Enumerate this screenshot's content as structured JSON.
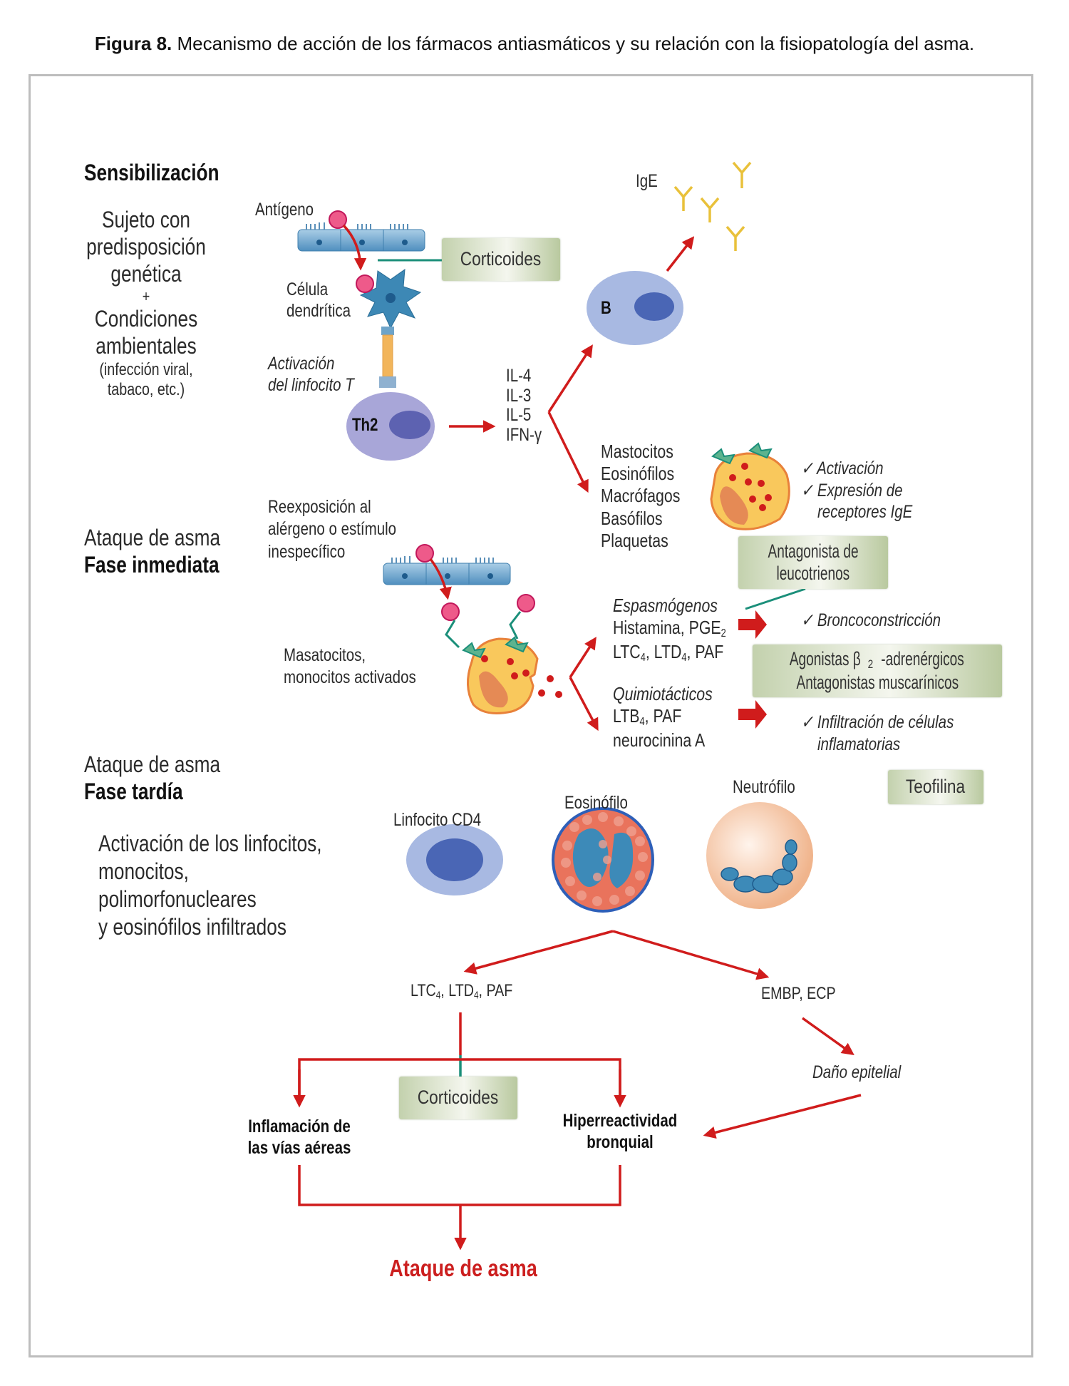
{
  "caption": {
    "label": "Figura 8.",
    "text": " Mecanismo de acción de los fármacos antiasmáticos y su relación con la fisiopatología del asma."
  },
  "colors": {
    "arrow_red": "#d01c1c",
    "inhibit_teal": "#1b8f7a",
    "drug_box": "#c3d1ad",
    "frame_border": "#bdbdbd",
    "outcome_red": "#cc1f1f"
  },
  "sensibilizacion": {
    "heading": "Sensibilización",
    "subject_lines": [
      "Sujeto con",
      "predisposición",
      "genética",
      "+",
      "Condiciones",
      "ambientales"
    ],
    "subject_note": [
      "(infección viral,",
      "tabaco, etc.)"
    ],
    "antigen_label": "Antígeno",
    "dendritic_label": [
      "Célula",
      "dendrítica"
    ],
    "activation_label": [
      "Activación",
      "del linfocito T"
    ],
    "th2_label": "Th2",
    "b_cell_label": "B",
    "ige_label": "IgE",
    "cytokines": [
      "IL-4",
      "IL-3",
      "IL-5",
      "IFN-γ"
    ],
    "effector_cells": [
      "Mastocitos",
      "Eosinófilos",
      "Macrófagos",
      "Basófilos",
      "Plaquetas"
    ],
    "effects": [
      "Activación",
      "Expresión de",
      "receptores IgE"
    ]
  },
  "fase_inmediata": {
    "heading_line1": "Ataque de asma",
    "heading_line2": "Fase inmediata",
    "reexposure": [
      "Reexposición al",
      "alérgeno o estímulo",
      "inespecífico"
    ],
    "mast_label": [
      "Masatocitos,",
      "monocitos activados"
    ],
    "spasmogens_title": "Espasmógenos",
    "spasmogens_line1": "Histamina, PGE",
    "spasmogens_line1_sub": "2",
    "spasmogens_line2": [
      "LTC",
      "4",
      ", LTD",
      "4",
      ", PAF"
    ],
    "chemotactic_title": "Quimiotácticos",
    "chemotactic_line1": [
      "LTB",
      "4",
      ", PAF"
    ],
    "chemotactic_line2": "neurocinina A",
    "effect_bronco": "Broncoconstricción",
    "effect_infiltration": [
      "Infiltración de células",
      "inflamatorias"
    ]
  },
  "fase_tardia": {
    "heading_line1": "Ataque de asma",
    "heading_line2": "Fase tardía",
    "description": [
      "Activación de los linfocitos,",
      "monocitos,",
      "polimorfonucleares",
      "y eosinófilos infiltrados"
    ],
    "cell_cd4": "Linfocito CD4",
    "cell_eosinophil": "Eosinófilo",
    "cell_neutrophil": "Neutrófilo",
    "mediators_left": [
      "LTC",
      "4",
      ", LTD",
      "4",
      ", PAF"
    ],
    "mediators_right": "EMBP, ECP",
    "epithelial_damage": "Daño epitelial",
    "inflammation": [
      "Inflamación de",
      "las vías aéreas"
    ],
    "hyperreactivity": [
      "Hiperreactividad",
      "bronquial"
    ],
    "outcome": "Ataque de asma"
  },
  "drugs": {
    "corticoides_top": "Corticoides",
    "antileukotriene": [
      "Antagonista de",
      "leucotrienos"
    ],
    "beta2_line1_pre": "Agonistas β",
    "beta2_line1_sub": "2",
    "beta2_line1_post": "-adrenérgicos",
    "beta2_line2": "Antagonistas muscarínicos",
    "teofilina": "Teofilina",
    "corticoides_bottom": "Corticoides"
  },
  "check_mark": "✓"
}
